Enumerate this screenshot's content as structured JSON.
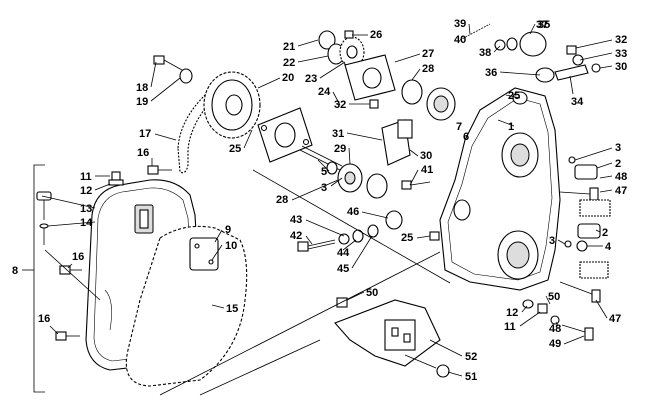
{
  "diagram": {
    "callouts": [
      {
        "id": "c1",
        "label": "1"
      },
      {
        "id": "c2a",
        "label": "2"
      },
      {
        "id": "c2b",
        "label": "2"
      },
      {
        "id": "c3a",
        "label": "3"
      },
      {
        "id": "c3b",
        "label": "3"
      },
      {
        "id": "c3c",
        "label": "3"
      },
      {
        "id": "c4",
        "label": "4"
      },
      {
        "id": "c5",
        "label": "5"
      },
      {
        "id": "c6",
        "label": "6"
      },
      {
        "id": "c7",
        "label": "7"
      },
      {
        "id": "c8",
        "label": "8"
      },
      {
        "id": "c9",
        "label": "9"
      },
      {
        "id": "c10",
        "label": "10"
      },
      {
        "id": "c11a",
        "label": "11"
      },
      {
        "id": "c11b",
        "label": "11"
      },
      {
        "id": "c12a",
        "label": "12"
      },
      {
        "id": "c12b",
        "label": "12"
      },
      {
        "id": "c13",
        "label": "13"
      },
      {
        "id": "c14",
        "label": "14"
      },
      {
        "id": "c15",
        "label": "15"
      },
      {
        "id": "c16a",
        "label": "16"
      },
      {
        "id": "c16b",
        "label": "16"
      },
      {
        "id": "c16c",
        "label": "16"
      },
      {
        "id": "c17",
        "label": "17"
      },
      {
        "id": "c18",
        "label": "18"
      },
      {
        "id": "c19",
        "label": "19"
      },
      {
        "id": "c20",
        "label": "20"
      },
      {
        "id": "c21",
        "label": "21"
      },
      {
        "id": "c22",
        "label": "22"
      },
      {
        "id": "c23",
        "label": "23"
      },
      {
        "id": "c24",
        "label": "24"
      },
      {
        "id": "c25a",
        "label": "25"
      },
      {
        "id": "c25b",
        "label": "25"
      },
      {
        "id": "c25c",
        "label": "25"
      },
      {
        "id": "c26",
        "label": "26"
      },
      {
        "id": "c27",
        "label": "27"
      },
      {
        "id": "c28a",
        "label": "28"
      },
      {
        "id": "c28b",
        "label": "28"
      },
      {
        "id": "c29",
        "label": "29"
      },
      {
        "id": "c30a",
        "label": "30"
      },
      {
        "id": "c30b",
        "label": "30"
      },
      {
        "id": "c31",
        "label": "31"
      },
      {
        "id": "c32a",
        "label": "32"
      },
      {
        "id": "c32b",
        "label": "32"
      },
      {
        "id": "c33",
        "label": "33"
      },
      {
        "id": "c34",
        "label": "34"
      },
      {
        "id": "c35",
        "label": "35"
      },
      {
        "id": "c36",
        "label": "36"
      },
      {
        "id": "c37",
        "label": "37"
      },
      {
        "id": "c38",
        "label": "38"
      },
      {
        "id": "c39",
        "label": "39"
      },
      {
        "id": "c40",
        "label": "40"
      },
      {
        "id": "c41",
        "label": "41"
      },
      {
        "id": "c42",
        "label": "42"
      },
      {
        "id": "c43",
        "label": "43"
      },
      {
        "id": "c44",
        "label": "44"
      },
      {
        "id": "c45",
        "label": "45"
      },
      {
        "id": "c46",
        "label": "46"
      },
      {
        "id": "c47a",
        "label": "47"
      },
      {
        "id": "c47b",
        "label": "47"
      },
      {
        "id": "c48a",
        "label": "48"
      },
      {
        "id": "c48b",
        "label": "48"
      },
      {
        "id": "c49",
        "label": "49"
      },
      {
        "id": "c50a",
        "label": "50"
      },
      {
        "id": "c50b",
        "label": "50"
      },
      {
        "id": "c51",
        "label": "51"
      },
      {
        "id": "c52",
        "label": "52"
      }
    ]
  }
}
